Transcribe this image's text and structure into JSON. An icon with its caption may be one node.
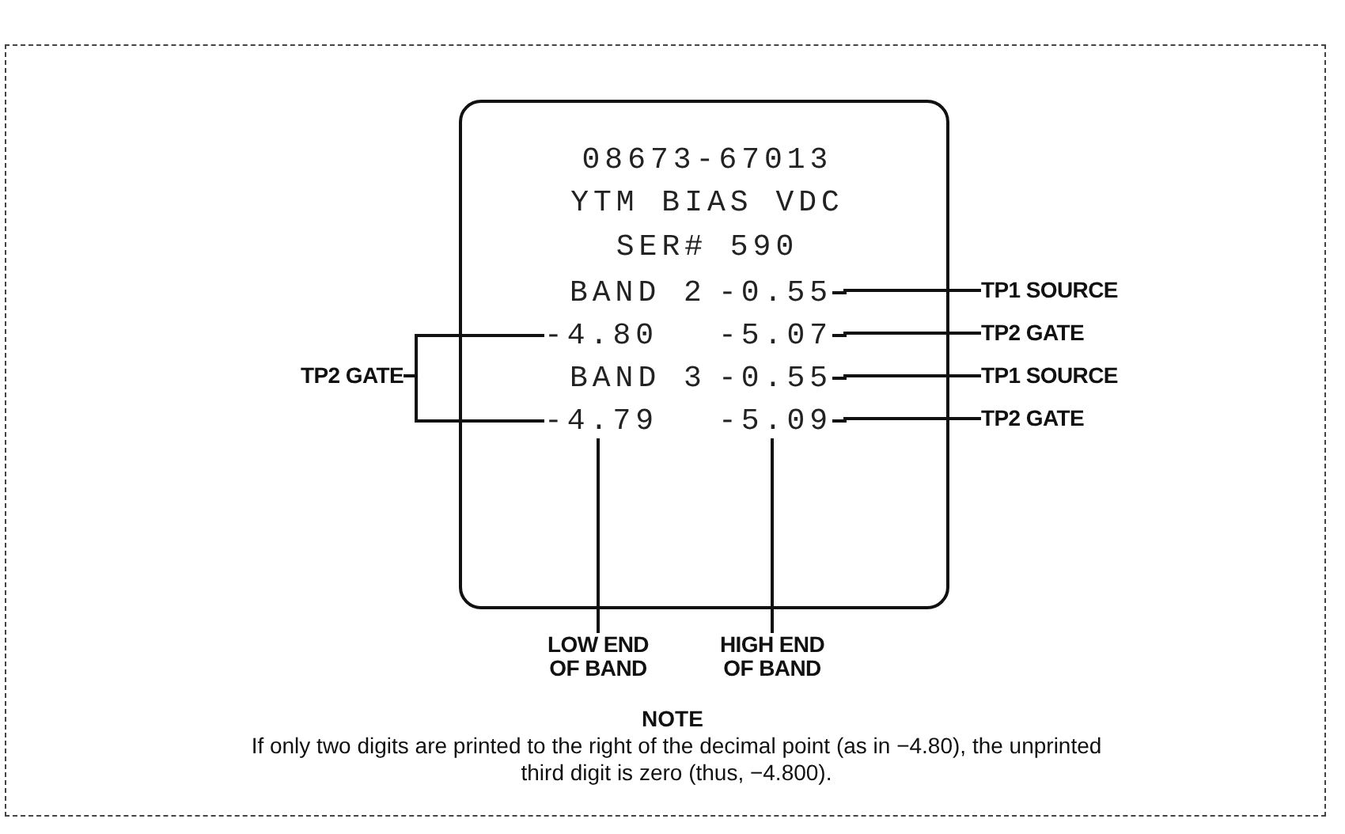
{
  "diagram": {
    "nodes": [
      {
        "text": [
          "08673-67013",
          "YTM BIAS VDC",
          "SER# 590",
          "BAND 2",
          "BAND 3"
        ]
      },
      {
        "text": [
          "-0.55"
        ],
        "in": 0
      },
      {
        "text": [
          "-4.80"
        ],
        "in": 0
      },
      {
        "text": [
          "-5.07"
        ],
        "in": 0
      },
      {
        "text": [
          "-0.55"
        ],
        "in": 0
      },
      {
        "text": [
          "-4.79"
        ],
        "in": 0
      },
      {
        "text": [
          "-5.09"
        ],
        "in": 0
      },
      {
        "text": [
          "TP1 SOURCE"
        ]
      },
      {
        "text": [
          "TP2 GATE"
        ]
      },
      {
        "text": [
          "TP1 SOURCE"
        ]
      },
      {
        "text": [
          "TP2 GATE"
        ]
      },
      {
        "text": [
          "TP2 GATE"
        ]
      },
      {
        "text": [
          "LOW END OF BAND"
        ]
      },
      {
        "text": [
          "HIGH END OF BAND"
        ]
      }
    ],
    "edges": [
      {
        "from": 7,
        "to": 1,
        "arrow": "none"
      },
      {
        "from": 8,
        "to": 3,
        "arrow": "none"
      },
      {
        "from": 9,
        "to": 4,
        "arrow": "none"
      },
      {
        "from": 10,
        "to": 6,
        "arrow": "none"
      },
      {
        "from": 11,
        "to": 2,
        "arrow": "none"
      },
      {
        "from": 11,
        "to": 5,
        "arrow": "none"
      },
      {
        "from": 12,
        "to": 5,
        "arrow": "none"
      },
      {
        "from": 13,
        "to": 6,
        "arrow": "none"
      }
    ],
    "labels": [
      "NOTE",
      "If only two digits are printed to the right of the decimal point (as in −4.80), the unprinted third digit is zero (thus, −4.800)."
    ]
  }
}
